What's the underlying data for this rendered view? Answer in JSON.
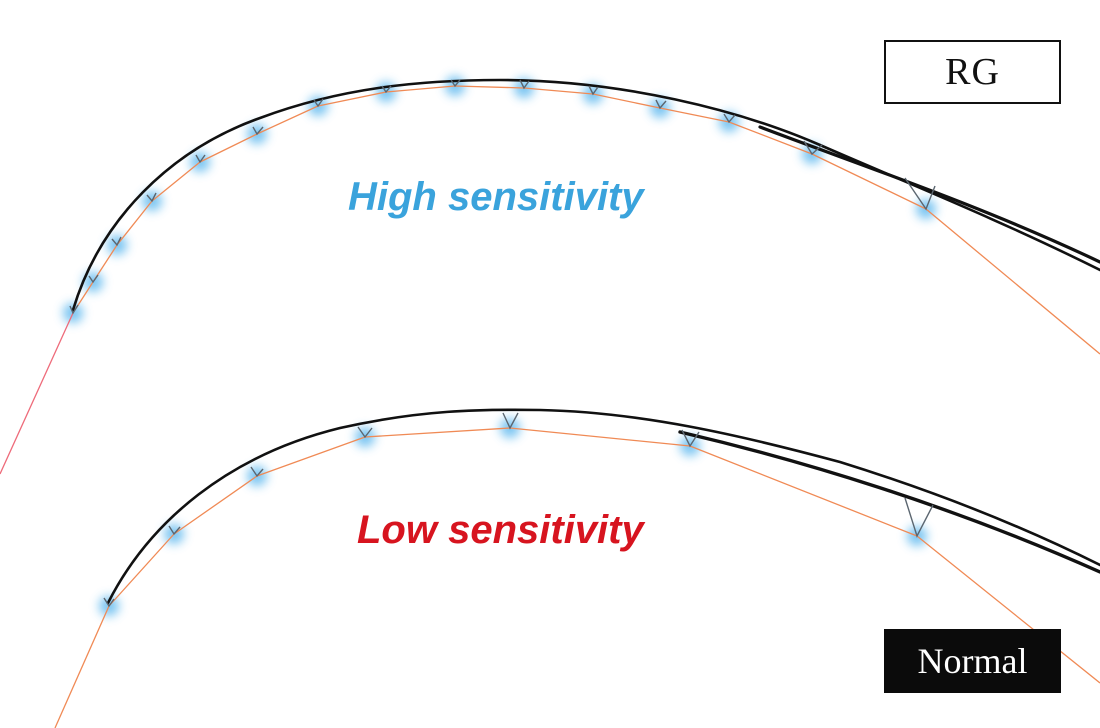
{
  "labels": {
    "rg": "RG",
    "normal": "Normal",
    "high": "High sensitivity",
    "low": "Low sensitivity"
  },
  "colors": {
    "high_text": "#3aa3dc",
    "low_text": "#d7141f",
    "rod": "#111111",
    "line": "#f08a55",
    "line_tip": "#ee6b7a",
    "guide_glow": "#58b6ee"
  }
}
